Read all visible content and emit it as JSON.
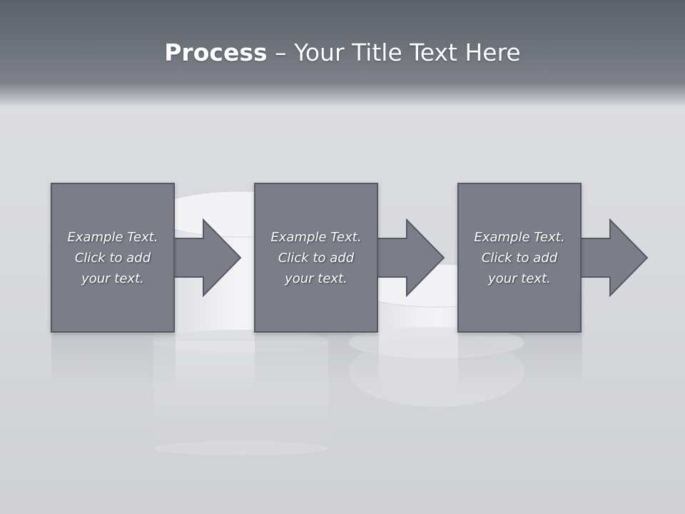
{
  "slide": {
    "title_bold": "Process",
    "title_rest": " – Your Title Text Here",
    "steps": [
      {
        "lines": [
          "Example Text.",
          "Click  to add",
          "your text."
        ]
      },
      {
        "lines": [
          "Example Text.",
          "Click  to add",
          "your text."
        ]
      },
      {
        "lines": [
          "Example Text.",
          "Click  to add",
          "your text."
        ]
      }
    ]
  },
  "colors": {
    "box_fill": "#7b7e88",
    "box_border": "#555962",
    "header_top": "#5c6069",
    "background": "#dcdde1"
  }
}
